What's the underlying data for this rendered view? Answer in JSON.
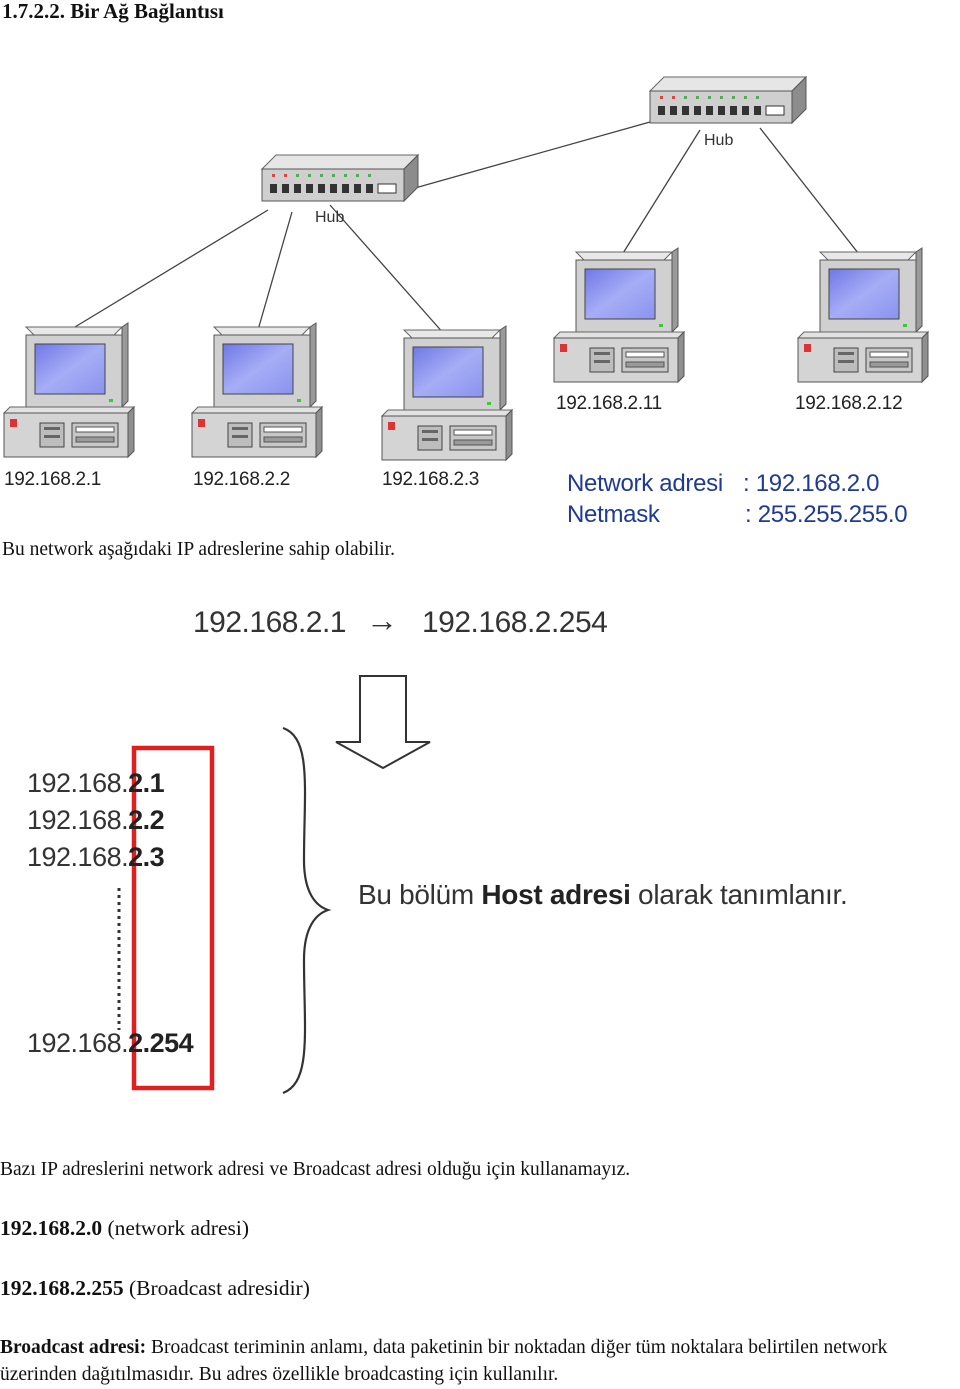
{
  "heading": "1.7.2.2. Bir Ağ Bağlantısı",
  "diagram": {
    "hubs": [
      {
        "label": "Hub"
      },
      {
        "label": "Hub"
      }
    ],
    "computers": [
      {
        "ip": "192.168.2.1"
      },
      {
        "ip": "192.168.2.2"
      },
      {
        "ip": "192.168.2.3"
      },
      {
        "ip": "192.168.2.11"
      },
      {
        "ip": "192.168.2.12"
      }
    ],
    "network_info": {
      "network_label": "Network adresi",
      "network_value": ": 192.168.2.0",
      "mask_label": "Netmask",
      "mask_value": ": 255.255.255.0"
    }
  },
  "intro_text": "Bu network aşağıdaki IP adreslerine sahip olabilir.",
  "range": {
    "start": "192.168.2.1",
    "arrow": "→",
    "end": "192.168.2.254"
  },
  "host_list": [
    {
      "prefix": "192.168",
      "dot": ".",
      "host": "2.1"
    },
    {
      "prefix": "192.168",
      "dot": ".",
      "host": "2.2"
    },
    {
      "prefix": "192.168",
      "dot": ".",
      "host": "2.3"
    },
    {
      "prefix": "192.168",
      "dot": ".",
      "host": "2.254"
    }
  ],
  "host_caption": {
    "before": "Bu bölüm ",
    "bold": "Host adresi",
    "after": " olarak tanımlanır."
  },
  "reserved_text": "Bazı IP adreslerini network adresi ve Broadcast adresi olduğu için kullanamayız.",
  "network_addr": {
    "ip": "192.168.2.0",
    "desc": "(network adresi)"
  },
  "broadcast_addr": {
    "ip": "192.168.2.255",
    "desc": "(Broadcast adresidir)"
  },
  "broadcast_def": {
    "term": "Broadcast adresi:",
    "text": "Broadcast teriminin anlamı, data paketinin bir noktadan diğer tüm noktalara belirtilen network üzerinden dağıtılmasıdır. Bu adres özellikle broadcasting için kullanılır."
  },
  "colors": {
    "highlight_box": "#e02020",
    "network_info": "#1f3a93",
    "screen": "#8f97ee"
  }
}
